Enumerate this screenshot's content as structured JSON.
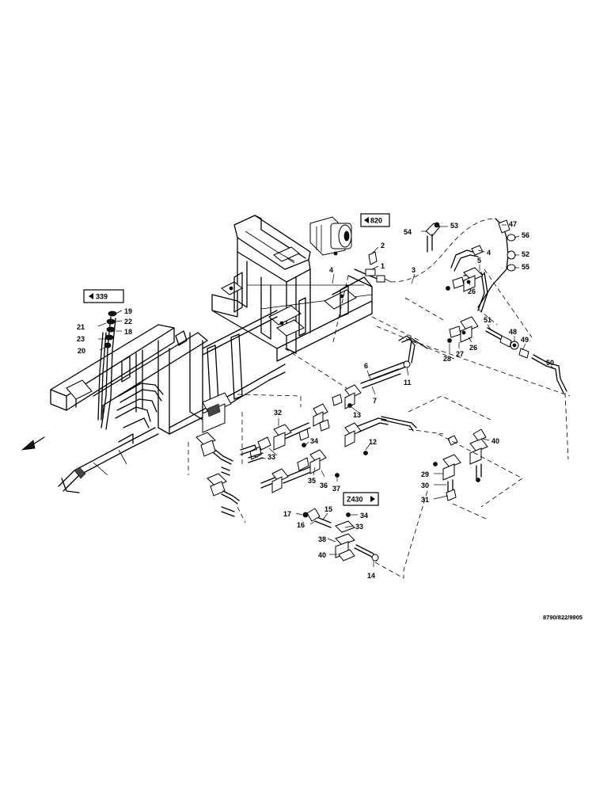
{
  "references": [
    {
      "id": "ref-820",
      "label": "820",
      "arrow": "left"
    },
    {
      "id": "ref-339",
      "label": "339",
      "arrow": "left"
    },
    {
      "id": "ref-z430",
      "label": "Z430",
      "arrow": "right"
    }
  ],
  "part_labels": [
    "1",
    "2",
    "3",
    "4",
    "4",
    "5",
    "6",
    "7",
    "11",
    "12",
    "13",
    "14",
    "15",
    "16",
    "17",
    "18",
    "19",
    "20",
    "21",
    "22",
    "23",
    "26",
    "26",
    "27",
    "28",
    "29",
    "30",
    "31",
    "32",
    "33",
    "33",
    "34",
    "34",
    "35",
    "36",
    "37",
    "38",
    "40",
    "40",
    "47",
    "48",
    "49",
    "50",
    "51",
    "52",
    "53",
    "54",
    "55",
    "56"
  ],
  "drawing_code": "8790/822/9905"
}
